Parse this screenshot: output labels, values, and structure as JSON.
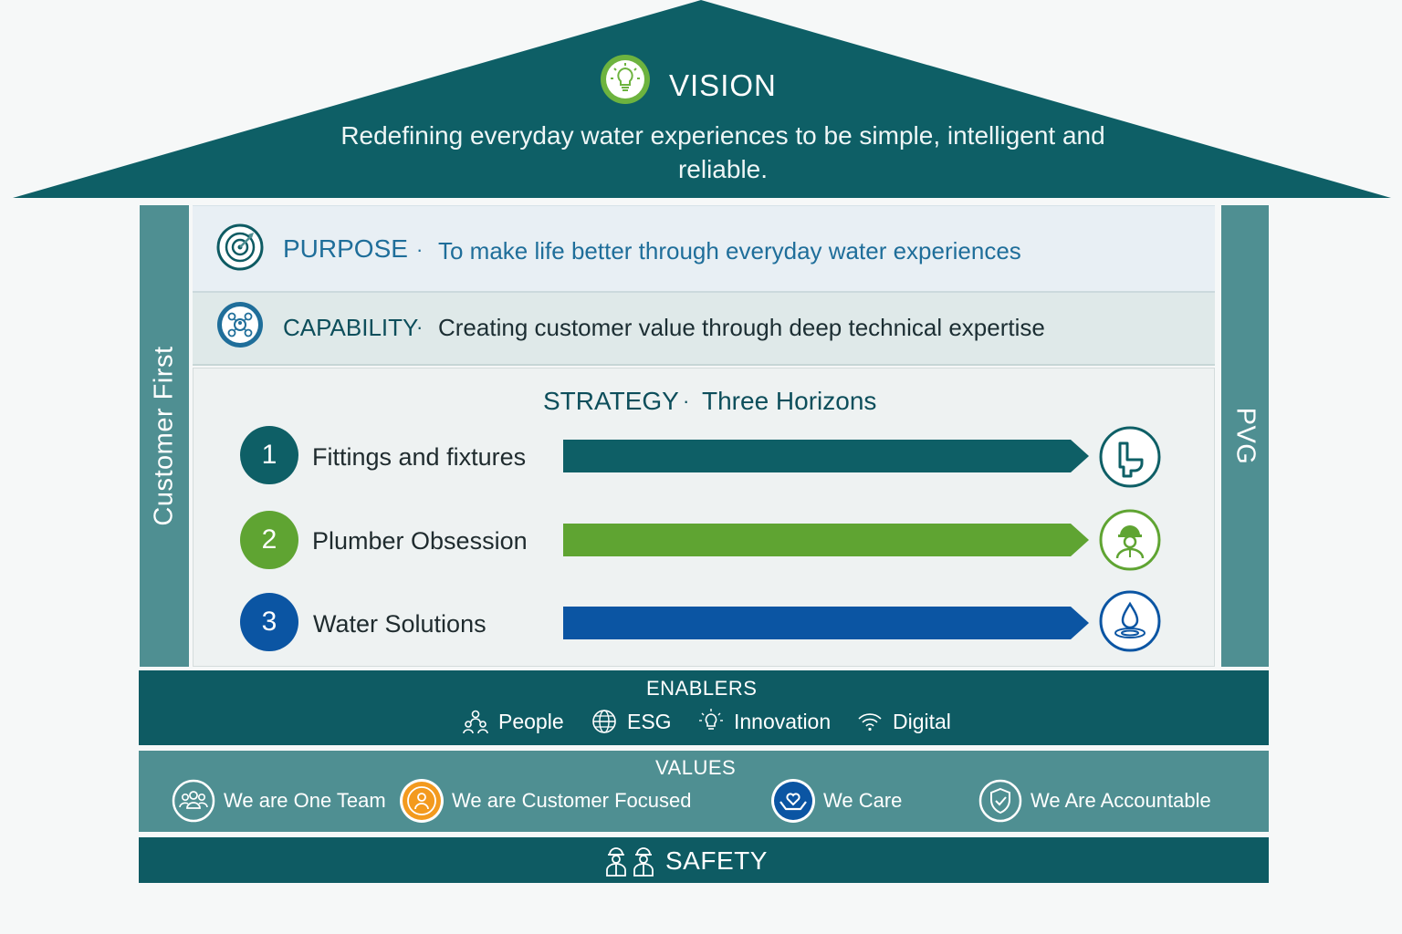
{
  "colors": {
    "dark_teal": "#0e5b63",
    "roof_teal": "#0e5f66",
    "mid_teal": "#4f8f92",
    "green": "#5fa432",
    "blue": "#0b55a3",
    "purpose_blue": "#1f6e9a"
  },
  "vision": {
    "icon": "lightbulb-icon",
    "title": "VISION",
    "text": "Redefining everyday water experiences to be simple, intelligent and reliable."
  },
  "pillars": {
    "left": "Customer First",
    "right": "PVG"
  },
  "purpose": {
    "icon": "target-icon",
    "label": "PURPOSE",
    "separator": "·",
    "text": "To make life better through everyday water experiences"
  },
  "capability": {
    "icon": "network-people-icon",
    "label": "CAPABILITY",
    "separator": "·",
    "text": "Creating customer value through deep technical expertise"
  },
  "strategy": {
    "title": "STRATEGY",
    "separator": "·",
    "subtitle": "Three Horizons",
    "horizons": [
      {
        "number": "1",
        "label": "Fittings and fixtures",
        "color": "#0e5f66",
        "icon": "toilet-icon"
      },
      {
        "number": "2",
        "label": "Plumber Obsession",
        "color": "#5fa432",
        "icon": "plumber-worker-icon"
      },
      {
        "number": "3",
        "label": "Water Solutions",
        "color": "#0b55a3",
        "icon": "water-drop-icon"
      }
    ]
  },
  "enablers": {
    "title": "ENABLERS",
    "items": [
      {
        "label": "People",
        "icon": "people-icon"
      },
      {
        "label": "ESG",
        "icon": "globe-icon"
      },
      {
        "label": "Innovation",
        "icon": "lightbulb-icon"
      },
      {
        "label": "Digital",
        "icon": "wifi-icon"
      }
    ]
  },
  "values": {
    "title": "VALUES",
    "items": [
      {
        "label": "We are One Team",
        "icon": "team-icon"
      },
      {
        "label": "We are Customer Focused",
        "icon": "customer-icon"
      },
      {
        "label": "We Care",
        "icon": "heart-hands-icon"
      },
      {
        "label": "We Are Accountable",
        "icon": "shield-check-icon"
      }
    ]
  },
  "safety": {
    "label": "SAFETY",
    "icon": "safety-workers-icon"
  }
}
